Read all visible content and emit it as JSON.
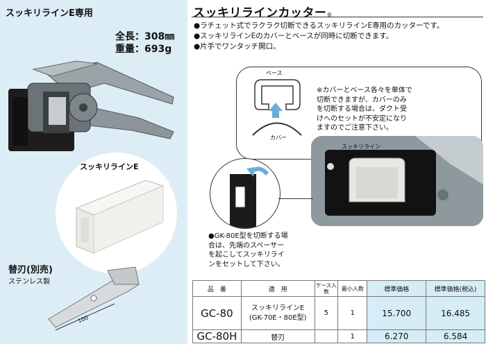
{
  "left_panel": {
    "heading": "スッキリラインE専用",
    "spec_length": "全長：308㎜",
    "spec_weight": "重量：693g",
    "product_callout": "スッキリラインE",
    "blade_title": "替刃(別売)",
    "blade_material": "ステンレス製",
    "blade_dimension": "100"
  },
  "right_panel": {
    "title": "スッキリラインカッター",
    "title_mark": "®",
    "bullets": [
      "●ラチェット式でラクラク切断できるスッキリラインE専用のカッターです。",
      "●スッキリラインEのカバーとベースが同時に切断できます。",
      "●片手でワンタッチ開口。"
    ],
    "diagram_base_label": "ベース",
    "diagram_cover_label": "カバー",
    "diagram_line_label": "スッキリライン",
    "caution_note": [
      "※カバーとベース各々を単体で",
      "切断できますが、カバーのみ",
      "を切断する場合は、ダクト受",
      "けへのセットが不安定になり",
      "ますのでご注意下さい。"
    ],
    "gk_note": [
      "●GK-80E型を切断する場",
      "合は、先端のスペーサー",
      "を起こしてスッキリライ",
      "ンをセットして下さい。"
    ]
  },
  "table": {
    "headers": [
      "品　番",
      "適　用",
      "ケース入数",
      "最小入数",
      "標準価格",
      "標準価格(税込)"
    ],
    "rows": [
      {
        "code": "GC-80",
        "apply_1": "スッキリラインE",
        "apply_2": "(GK-70E・80E型)",
        "case": "5",
        "min": "1",
        "price": "15.700",
        "price_tax": "16.485"
      },
      {
        "code": "GC-80H",
        "apply_1": "替刃",
        "apply_2": "",
        "case": "",
        "min": "1",
        "price": "6.270",
        "price_tax": "6.584"
      }
    ]
  },
  "colors": {
    "left_bg": "#dcedf6",
    "price_bg": "#d6ecf6",
    "arrow": "#6aaed8"
  }
}
